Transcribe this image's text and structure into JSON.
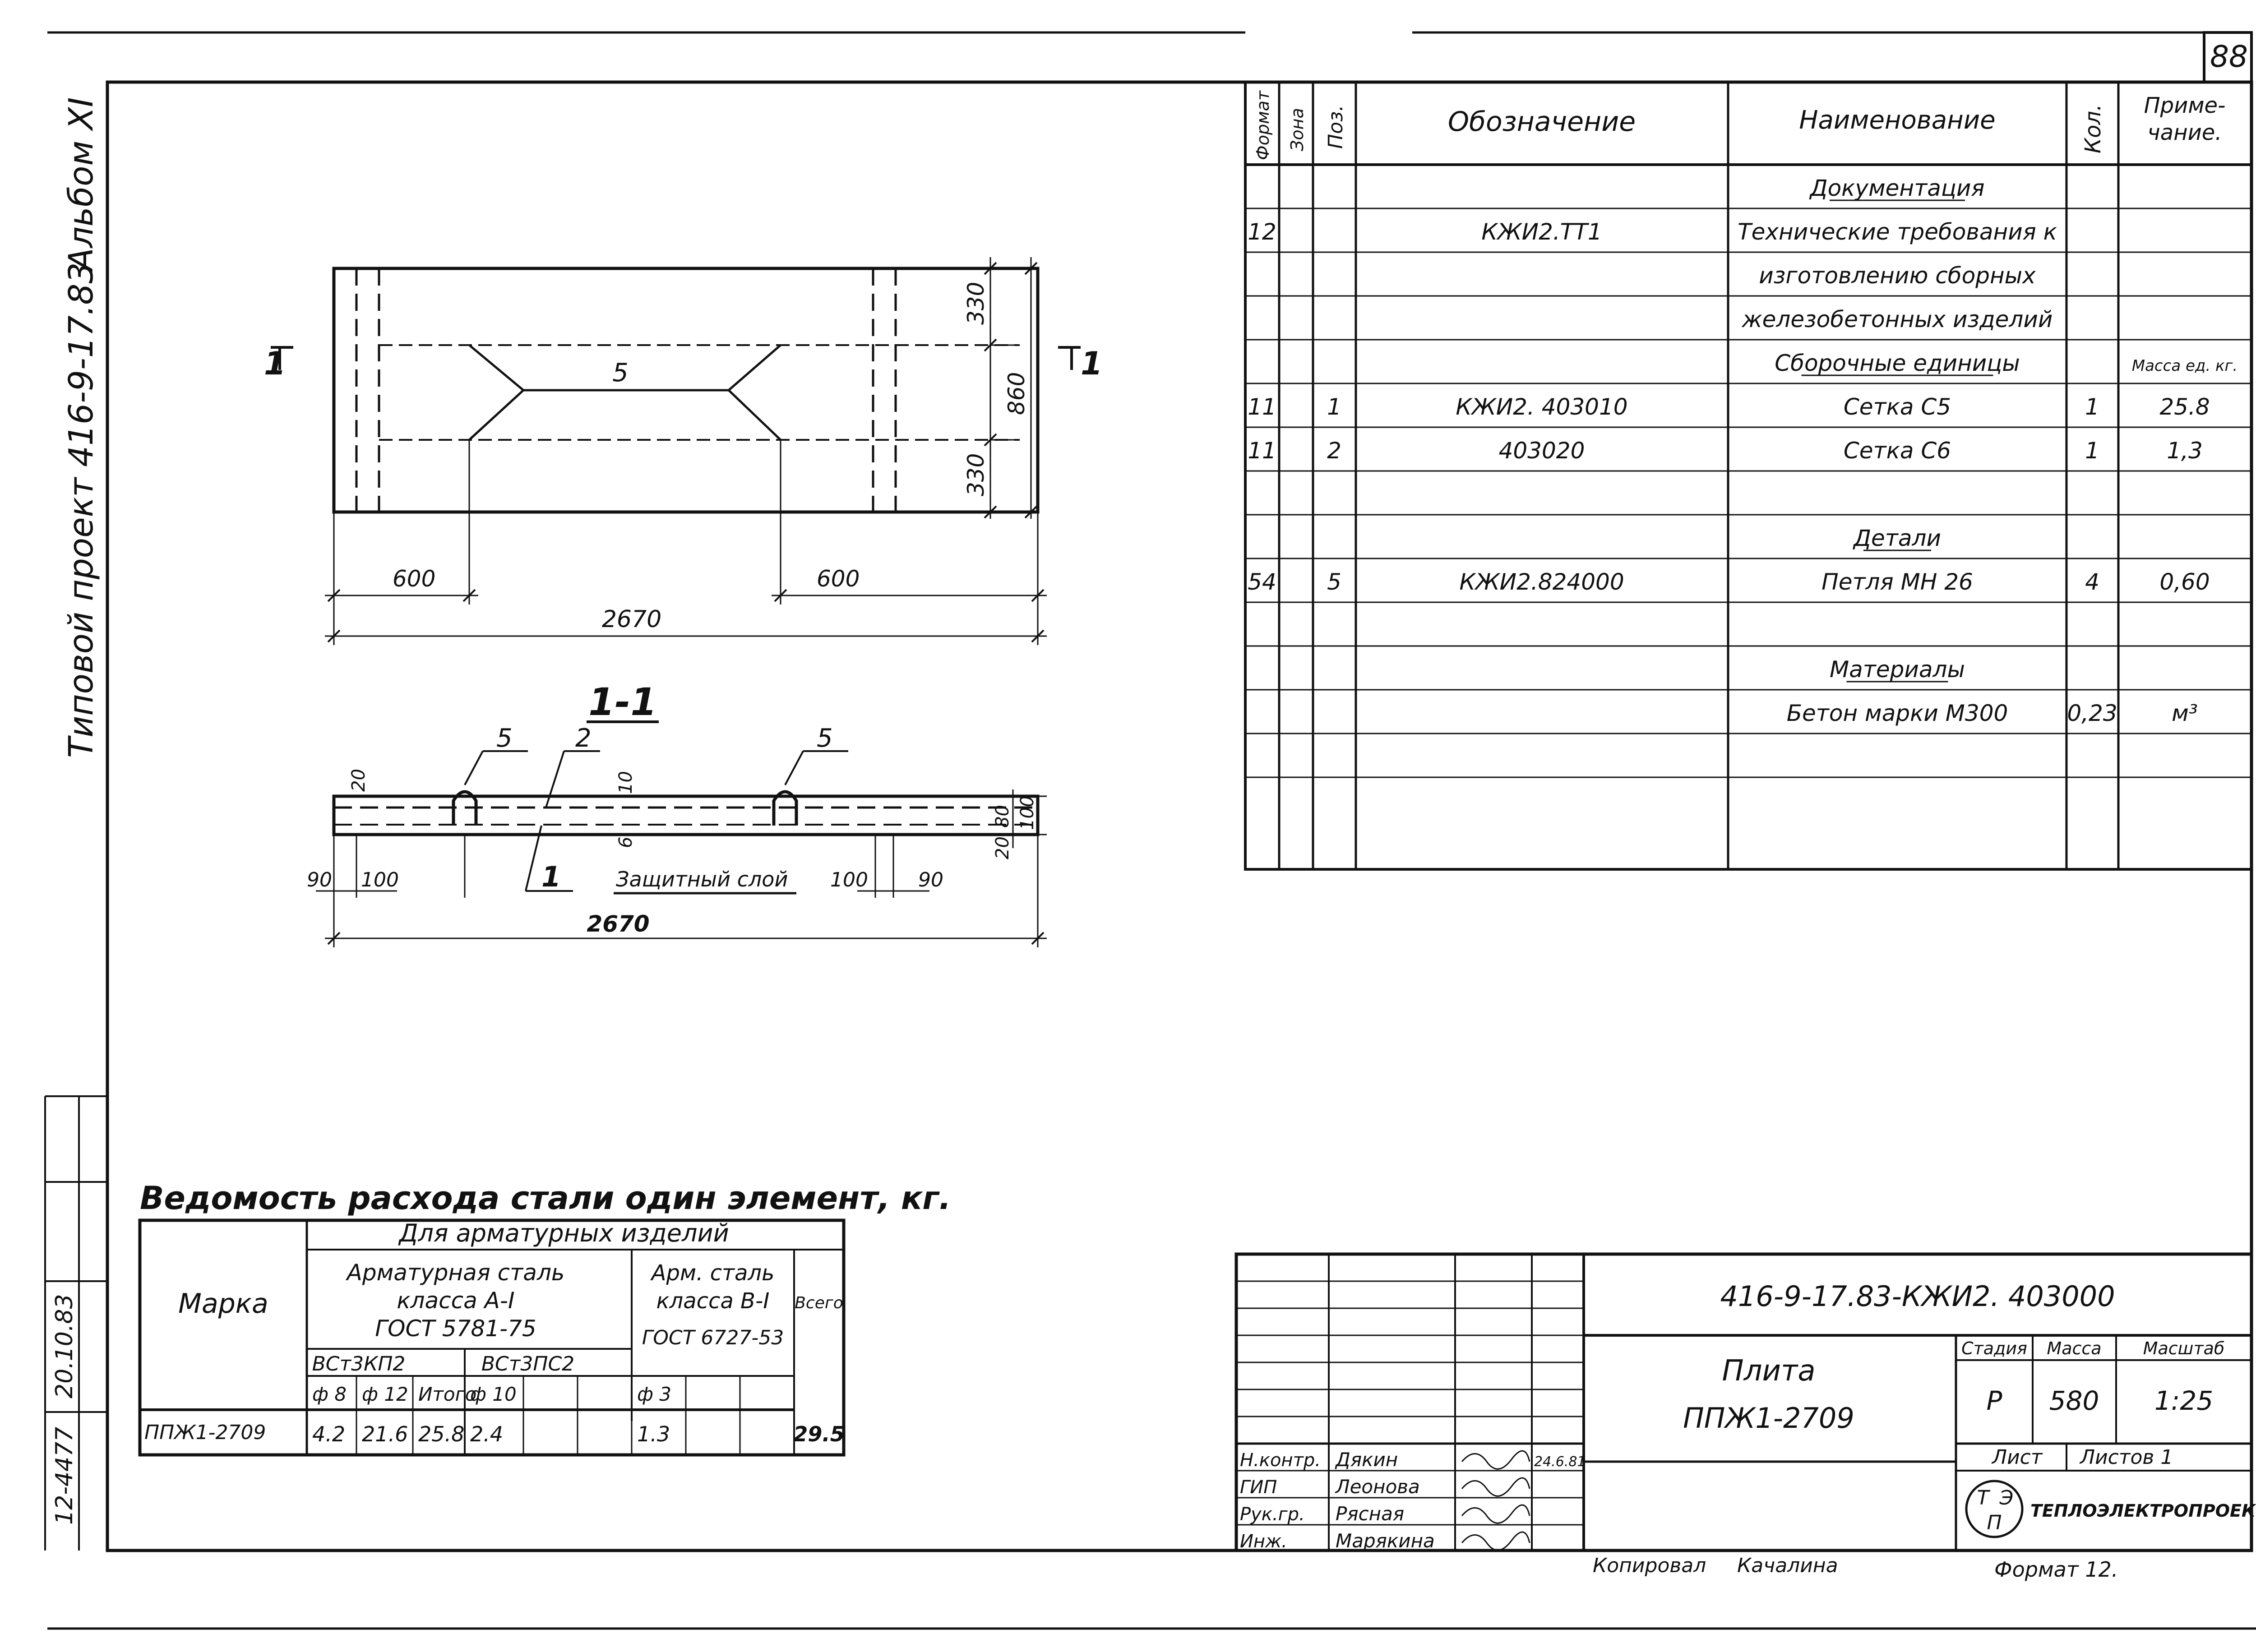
{
  "page_number": "88",
  "side_stamp": {
    "album": "Альбом XI",
    "project": "Типовой проект 416-9-17.83"
  },
  "side_columns": {
    "inv": "12-4477",
    "date": "20.10.83"
  },
  "plan_view": {
    "section_mark_left": "1",
    "section_mark_right": "1",
    "dims": {
      "top_part": "330",
      "middle": "860",
      "bottom_part": "330",
      "left_offset": "600",
      "right_offset": "600",
      "total": "2670",
      "loop_position": "5"
    }
  },
  "section_view": {
    "title": "1-1",
    "callouts": [
      "5",
      "2",
      "5",
      "1"
    ],
    "protective_layer": "Защитный слой",
    "dims": {
      "top_cover": "20",
      "mid_cover_top": "10",
      "mid_cover_bottom": "6",
      "left_edge": "90",
      "left_inner": "100",
      "right_inner": "100",
      "right_edge": "90",
      "height_inner": "80",
      "height_total": "100",
      "bottom_cover": "20",
      "total": "2670"
    }
  },
  "spec_table": {
    "headers": [
      "Формат",
      "Зона",
      "Поз.",
      "Обозначение",
      "Наименование",
      "Кол.",
      "Приме-чание."
    ],
    "rows": [
      {
        "format": "",
        "zone": "",
        "pos": "",
        "designation": "",
        "name": "Документация",
        "qty": "",
        "note": "",
        "type": "section"
      },
      {
        "format": "12",
        "zone": "",
        "pos": "",
        "designation": "КЖИ2.ТТ1",
        "name": "Технические требования к",
        "qty": "",
        "note": ""
      },
      {
        "format": "",
        "zone": "",
        "pos": "",
        "designation": "",
        "name": "изготовлению сборных",
        "qty": "",
        "note": ""
      },
      {
        "format": "",
        "zone": "",
        "pos": "",
        "designation": "",
        "name": "железобетонных изделий",
        "qty": "",
        "note": ""
      },
      {
        "format": "",
        "zone": "",
        "pos": "",
        "designation": "",
        "name": "Сборочные единицы",
        "qty": "",
        "note": "Масса ед. кг.",
        "type": "section"
      },
      {
        "format": "11",
        "zone": "",
        "pos": "1",
        "designation": "КЖИ2. 403010",
        "name": "Сетка С5",
        "qty": "1",
        "note": "25.8"
      },
      {
        "format": "11",
        "zone": "",
        "pos": "2",
        "designation": "403020",
        "name": "Сетка С6",
        "qty": "1",
        "note": "1,3"
      },
      {
        "format": "",
        "zone": "",
        "pos": "",
        "designation": "",
        "name": "",
        "qty": "",
        "note": ""
      },
      {
        "format": "",
        "zone": "",
        "pos": "",
        "designation": "",
        "name": "Детали",
        "qty": "",
        "note": "",
        "type": "section"
      },
      {
        "format": "54",
        "zone": "",
        "pos": "5",
        "designation": "КЖИ2.824000",
        "name": "Петля МН 26",
        "qty": "4",
        "note": "0,60"
      },
      {
        "format": "",
        "zone": "",
        "pos": "",
        "designation": "",
        "name": "",
        "qty": "",
        "note": ""
      },
      {
        "format": "",
        "zone": "",
        "pos": "",
        "designation": "",
        "name": "Материалы",
        "qty": "",
        "note": "",
        "type": "section"
      },
      {
        "format": "",
        "zone": "",
        "pos": "",
        "designation": "",
        "name": "Бетон марки М300",
        "qty": "0,23",
        "note": "м³"
      },
      {
        "format": "",
        "zone": "",
        "pos": "",
        "designation": "",
        "name": "",
        "qty": "",
        "note": ""
      },
      {
        "format": "",
        "zone": "",
        "pos": "",
        "designation": "",
        "name": "",
        "qty": "",
        "note": ""
      }
    ]
  },
  "steel_table": {
    "title": "Ведомость расхода стали один элемент, кг.",
    "group_header": "Для арматурных изделий",
    "mark_header": "Марка",
    "class_a1": [
      "Арматурная сталь",
      "класса А-I",
      "ГОСТ 5781-75"
    ],
    "class_b1": [
      "Арм. сталь",
      "класса В-I",
      "ГОСТ 6727-53"
    ],
    "total_header": "Всего",
    "grade_a": "ВСт3КП2",
    "grade_b": "ВСт3ПС2",
    "diam": [
      "ф 8",
      "ф 12",
      "Итого",
      "ф 10",
      "",
      "",
      "ф 3",
      "",
      ""
    ],
    "mark": "ППЖ1-2709",
    "values": [
      "4.2",
      "21.6",
      "25.8",
      "2.4",
      "",
      "",
      "1.3",
      "",
      ""
    ],
    "total": "29.5"
  },
  "title_block": {
    "code": "416-9-17.83-КЖИ2. 403000",
    "name_line1": "Плита",
    "name_line2": "ППЖ1-2709",
    "stage_label": "Стадия",
    "mass_label": "Масса",
    "scale_label": "Масштаб",
    "stage": "Р",
    "mass": "580",
    "scale": "1:25",
    "sheet_label": "Лист",
    "sheets_label": "Листов 1",
    "org": "ТЕПЛОЭЛЕКТРОПРОЕКТ",
    "signers": [
      {
        "role": "Н.контр.",
        "name": "Дякин",
        "date": "24.6.81"
      },
      {
        "role": "ГИП",
        "name": "Леонова",
        "date": ""
      },
      {
        "role": "Рук.гр.",
        "name": "Рясная",
        "date": ""
      },
      {
        "role": "Инж.",
        "name": "Марякина",
        "date": ""
      }
    ],
    "copied_by": "Копировал",
    "copier": "Качалина",
    "format": "Формат 12."
  }
}
